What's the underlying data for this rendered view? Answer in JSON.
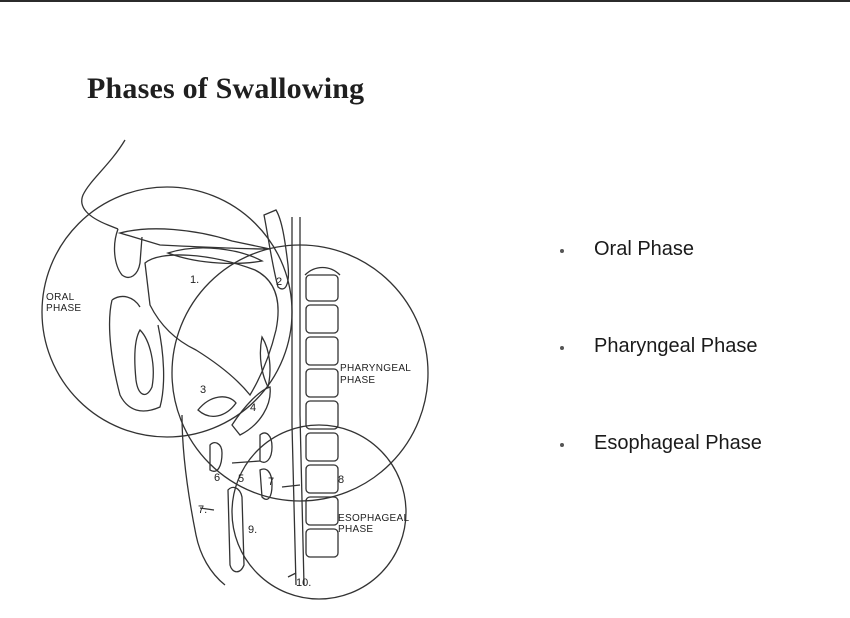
{
  "slide": {
    "title": "Phases of Swallowing"
  },
  "diagram": {
    "labels": {
      "oral_phase": [
        "ORAL",
        "PHASE"
      ],
      "pharyngeal_phase": [
        "PHARYNGEAL",
        "PHASE"
      ],
      "esophageal_phase": [
        "ESOPHAGEAL",
        "PHASE"
      ]
    },
    "numbers": [
      "1.",
      "2",
      "3",
      "4",
      "5",
      "6",
      "7",
      "8",
      "7.",
      "9.",
      "10."
    ]
  },
  "bullets": [
    {
      "text": "Oral Phase"
    },
    {
      "text": "Pharyngeal Phase"
    },
    {
      "text": "Esophageal Phase"
    }
  ]
}
